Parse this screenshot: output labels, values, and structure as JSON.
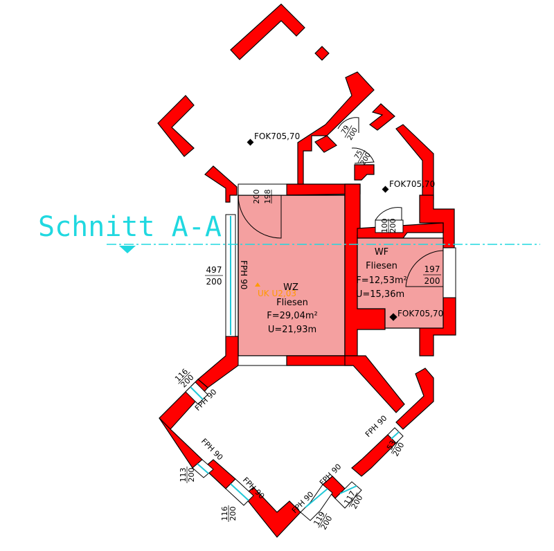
{
  "section": {
    "label": "Schnitt A-A",
    "color": "#20d8e0"
  },
  "rooms": {
    "wz": {
      "code": "WZ",
      "floor": "Fliesen",
      "area": "F=29,04m²",
      "perimeter": "U=21,93m",
      "marker": "UK U2,03",
      "marker_color": "#ff9900"
    },
    "wf": {
      "code": "WF",
      "floor": "Fliesen",
      "area": "F=12,53m²",
      "perimeter": "U=15,36m"
    }
  },
  "levels": {
    "fok_top": "FOK705,70",
    "fok_mid": "FOK705,70",
    "fok_wf": "FOK705,70"
  },
  "openings": {
    "wz_door": {
      "top": "198",
      "bottom": "200"
    },
    "wz_window": {
      "top": "497",
      "bottom": "200",
      "label": "FPH 90"
    },
    "stair_door1": {
      "top": "79",
      "bottom": "200"
    },
    "stair_door2": {
      "top": "75",
      "bottom": "200"
    },
    "wf_door": {
      "top": "100",
      "bottom": "200"
    },
    "wf_window": {
      "top": "197",
      "bottom": "200"
    },
    "bay_w1": {
      "top": "116",
      "bottom": "200",
      "label": "FPH 90"
    },
    "bay_w2": {
      "top": "113",
      "bottom": "200",
      "label": "FPH 90"
    },
    "bay_w3": {
      "top": "116",
      "bottom": "200",
      "label": "FPH 90"
    },
    "bay_w4": {
      "top": "119",
      "bottom": "200",
      "label": "FPH 90"
    },
    "bay_w5": {
      "top": "117",
      "bottom": "200",
      "label": "FPH 90"
    },
    "bay_w6": {
      "top": "53",
      "bottom": "200",
      "label": "FPH 90"
    }
  },
  "colors": {
    "wall": "#ff0000",
    "room_fill": "#f4a0a0",
    "glass": "#20c8d8"
  }
}
